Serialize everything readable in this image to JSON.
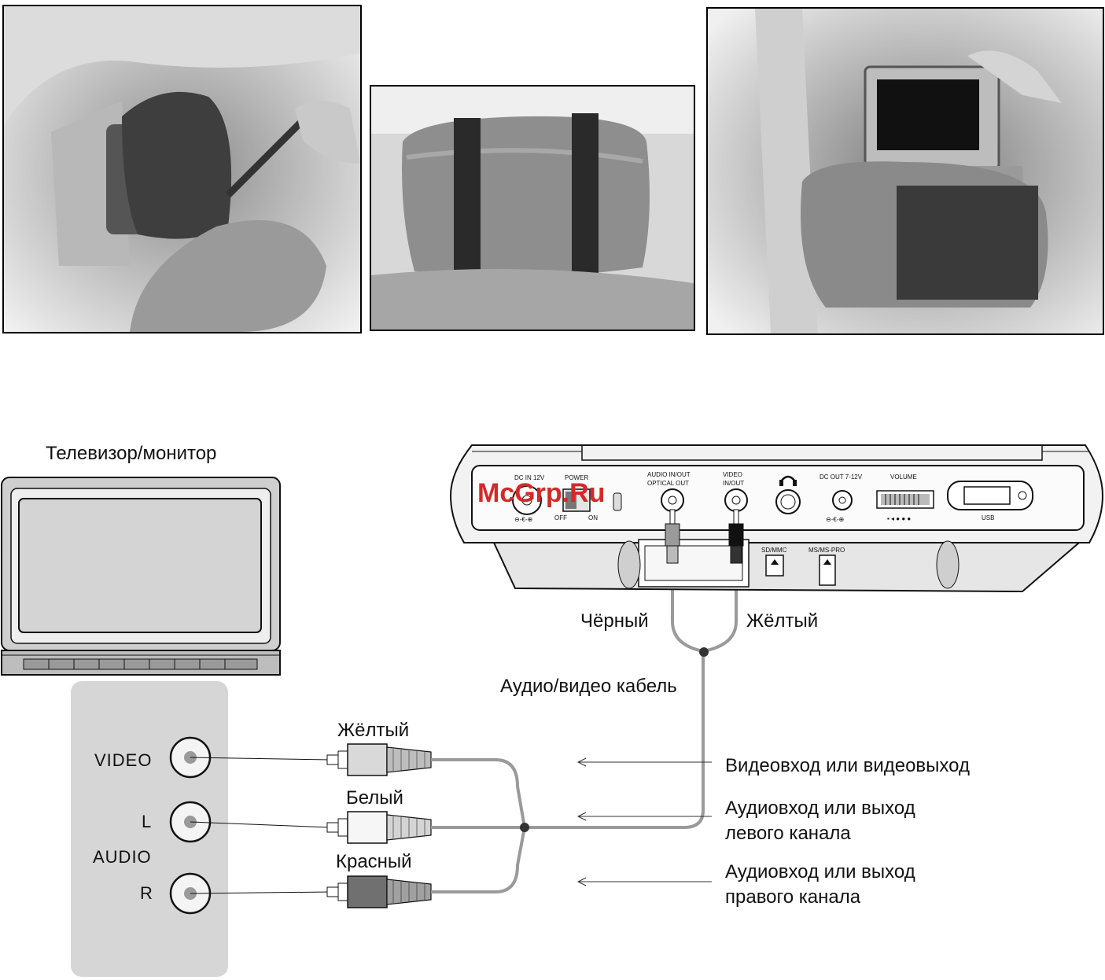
{
  "photos": {
    "photo1": {
      "desc_icon": "strap-attach-photo-icon"
    },
    "photo2": {
      "desc_icon": "headrest-straps-photo-icon"
    },
    "photo3": {
      "desc_icon": "player-mounted-photo-icon"
    }
  },
  "tv": {
    "title": "Телевизор/монитор"
  },
  "jacks": {
    "video": "VIDEO",
    "l": "L",
    "audio": "AUDIO",
    "r": "R"
  },
  "player_panel": {
    "dc_in": "DC IN 12V",
    "power": "POWER",
    "off": "OFF",
    "on": "ON",
    "audio_inout": "AUDIO IN/OUT",
    "optical_out": "OPTICAL OUT",
    "video": "VIDEO",
    "inout": "IN/OUT",
    "dc_out": "DC OUT 7-12V",
    "volume": "VOLUME",
    "usb": "USB",
    "sd_mmc": "SD/MMC",
    "ms_pro": "MS/MS-PRO"
  },
  "watermark": "McGrp.Ru",
  "cable": {
    "black": "Чёрный",
    "yellow_top": "Жёлтый",
    "av_cable": "Аудио/видео кабель",
    "yellow": "Жёлтый",
    "white": "Белый",
    "red": "Красный"
  },
  "descriptions": {
    "video": "Видеовход или видеовыход",
    "left_1": "Аудиовход или выход",
    "left_2": "левого канала",
    "right_1": "Аудиовход или выход",
    "right_2": "правого канала"
  },
  "colors": {
    "cable": "#9a9a9a",
    "plug_red": "#707070",
    "plug_black": "#111111"
  }
}
